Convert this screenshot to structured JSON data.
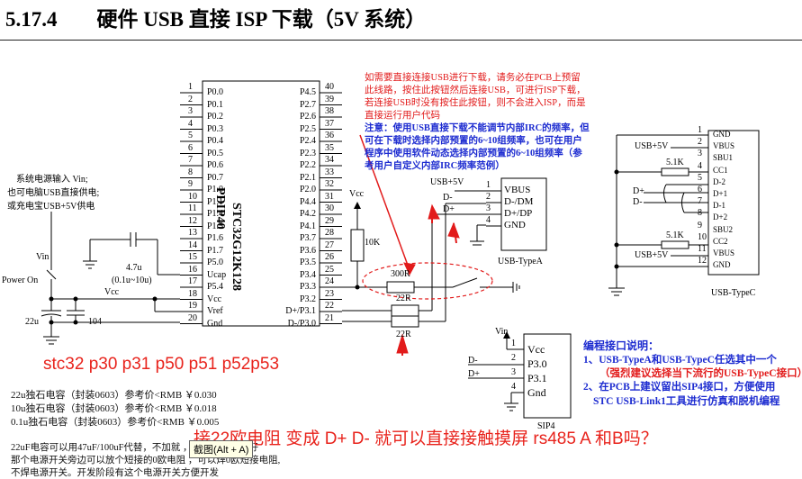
{
  "heading": {
    "number": "5.17.4",
    "title": "硬件 USB 直接 ISP 下载（5V 系统）"
  },
  "power_note": [
    "系统电源输入 Vin;",
    "也可电脑USB直接供电;",
    "或充电宝USB+5V供电"
  ],
  "labels": {
    "vin": "Vin",
    "power_on": "Power On",
    "vcc": "Vcc",
    "cap_22u": "22u",
    "cap_104": "104",
    "cap_47u": "4.7u",
    "cap_47u_range": "(0.1u~10u)",
    "res_10k": "10K",
    "res_300r": "300R",
    "res_22r_a": "22R",
    "res_22r_b": "22R",
    "usb_5v": "USB+5V",
    "d_minus": "D-",
    "d_plus": "D+",
    "res_51k_a": "5.1K",
    "res_51k_b": "5.1K",
    "typea": "USB-TypeA",
    "typec": "USB-TypeC",
    "sip4": "SIP4",
    "chip_name": "STC32G12K128",
    "chip_pkg": "PDIP40"
  },
  "chip_left_pins": [
    {
      "num": "1",
      "name": "P0.0"
    },
    {
      "num": "2",
      "name": "P0.1"
    },
    {
      "num": "3",
      "name": "P0.2"
    },
    {
      "num": "4",
      "name": "P0.3"
    },
    {
      "num": "5",
      "name": "P0.4"
    },
    {
      "num": "6",
      "name": "P0.5"
    },
    {
      "num": "7",
      "name": "P0.6"
    },
    {
      "num": "8",
      "name": "P0.7"
    },
    {
      "num": "9",
      "name": "P1.0"
    },
    {
      "num": "10",
      "name": "P1.1"
    },
    {
      "num": "11",
      "name": "P1.4"
    },
    {
      "num": "12",
      "name": "P1.5"
    },
    {
      "num": "13",
      "name": "P1.6"
    },
    {
      "num": "14",
      "name": "P1.7"
    },
    {
      "num": "15",
      "name": "P5.0"
    },
    {
      "num": "16",
      "name": "Ucap"
    },
    {
      "num": "17",
      "name": "P5.4"
    },
    {
      "num": "18",
      "name": "Vcc"
    },
    {
      "num": "19",
      "name": "Vref"
    },
    {
      "num": "20",
      "name": "Gnd"
    }
  ],
  "chip_right_pins": [
    {
      "num": "40",
      "name": "P4.5"
    },
    {
      "num": "39",
      "name": "P2.7"
    },
    {
      "num": "38",
      "name": "P2.6"
    },
    {
      "num": "37",
      "name": "P2.5"
    },
    {
      "num": "36",
      "name": "P2.4"
    },
    {
      "num": "35",
      "name": "P2.3"
    },
    {
      "num": "34",
      "name": "P2.2"
    },
    {
      "num": "33",
      "name": "P2.1"
    },
    {
      "num": "32",
      "name": "P2.0"
    },
    {
      "num": "31",
      "name": "P4.4"
    },
    {
      "num": "30",
      "name": "P4.2"
    },
    {
      "num": "29",
      "name": "P4.1"
    },
    {
      "num": "28",
      "name": "P3.7"
    },
    {
      "num": "27",
      "name": "P3.6"
    },
    {
      "num": "26",
      "name": "P3.5"
    },
    {
      "num": "25",
      "name": "P3.4"
    },
    {
      "num": "24",
      "name": "P3.3"
    },
    {
      "num": "23",
      "name": "P3.2"
    },
    {
      "num": "22",
      "name": "D+/P3.1"
    },
    {
      "num": "21",
      "name": "D-/P3.0"
    }
  ],
  "typea_pins": [
    {
      "num": "1",
      "name": "VBUS"
    },
    {
      "num": "2",
      "name": "D-/DM"
    },
    {
      "num": "3",
      "name": "D+/DP"
    },
    {
      "num": "4",
      "name": "GND"
    }
  ],
  "typec_pins": [
    {
      "num": "1",
      "name": "GND"
    },
    {
      "num": "2",
      "name": "VBUS"
    },
    {
      "num": "3",
      "name": "SBU1"
    },
    {
      "num": "4",
      "name": "CC1"
    },
    {
      "num": "5",
      "name": "D-2"
    },
    {
      "num": "6",
      "name": "D+1"
    },
    {
      "num": "7",
      "name": "D-1"
    },
    {
      "num": "8",
      "name": "D+2"
    },
    {
      "num": "9",
      "name": "SBU2"
    },
    {
      "num": "10",
      "name": "CC2"
    },
    {
      "num": "11",
      "name": "VBUS"
    },
    {
      "num": "12",
      "name": "GND"
    }
  ],
  "sip4_pins": [
    {
      "num": "1",
      "name": "Vcc"
    },
    {
      "num": "2",
      "name": "P3.0"
    },
    {
      "num": "3",
      "name": "P3.1"
    },
    {
      "num": "4",
      "name": "Gnd"
    }
  ],
  "note_red": "如需要直接连接USB进行下载，请务必在PCB上预留此线路，按住此按钮然后连接USB，可进行ISP下载，若连接USB时没有按住此按钮，则不会进入ISP，而是直接运行用户代码",
  "note_blue": "注意：使用USB直接下载不能调节内部IRC的频率，但可在下载时选择内部预置的6~10组频率，也可在用户程序中使用软件动态选择内部预置的6~10组频率（参考用户自定义内部IRC频率范例）",
  "prog": {
    "title": "编程接口说明：",
    "l1": "1、USB-TypeA和USB-TypeC任选其中一个",
    "l2": "（强烈建议选择当下流行的USB-TypeC接口）",
    "l3": "2、在PCB上建议留出SIP4接口，方便使用",
    "l4": "STC USB-Link1工具进行仿真和脱机编程"
  },
  "overlay_top": "stc32 p30 p31  p50 p51   p52p53",
  "overlay_bottom": "接22欧电阻 变成 D+ D- 就可以直接接触摸屏 rs485  A 和B吗？",
  "tooltip": "截图(Alt + A)",
  "caps": [
    "22u独石电容（封装0603）参考价<RMB ￥0.030",
    "10u独石电容（封装0603）参考价<RMB ￥0.018",
    "0.1u独石电容（封装0603）参考价<RMB ￥0.005"
  ],
  "para": [
    "22uF电容可以用47uF/100uF代替，不加就      ，不放的越近越好",
    "那个电源开关旁边可以放个短接的0欧电阻      ，可以焊0欧短接电阻,",
    "不焊电源开关。开发阶段有这个电源开关方便开发"
  ],
  "colors": {
    "red": "#e21b1b",
    "blue": "#1c2bd0",
    "line": "#000000"
  }
}
